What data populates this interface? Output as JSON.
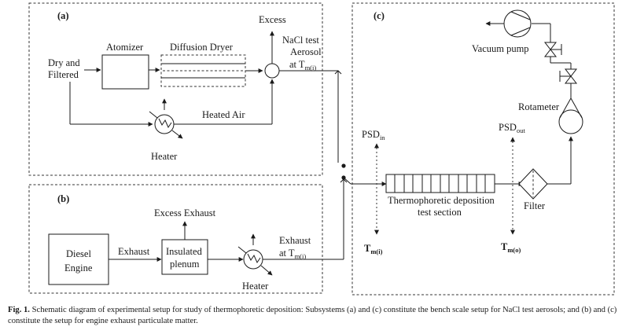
{
  "panels": {
    "a": "(a)",
    "b": "(b)",
    "c": "(c)"
  },
  "panel_a": {
    "dry_filtered_line1": "Dry and",
    "dry_filtered_line2": "Filtered",
    "atomizer": "Atomizer",
    "diffusion_dryer": "Diffusion Dryer",
    "excess": "Excess",
    "nacl_line1": "NaCl test",
    "nacl_line2": "Aerosol",
    "at_t": "at T",
    "t_sub": "m(i)",
    "heated_air": "Heated Air",
    "heater": "Heater"
  },
  "panel_b": {
    "excess_exhaust": "Excess Exhaust",
    "exhaust": "Exhaust",
    "diesel_line1": "Diesel",
    "diesel_line2": "Engine",
    "insulated_line1": "Insulated",
    "insulated_line2": "plenum",
    "exhaust_right": "Exhaust",
    "at_t": "at T",
    "t_sub": "m(i)",
    "heater": "Heater"
  },
  "panel_c": {
    "vacuum_pump": "Vacuum pump",
    "rotameter": "Rotameter",
    "psd_in": "PSD",
    "psd_in_sub": "in",
    "psd_out": "PSD",
    "psd_out_sub": "out",
    "section_line1": "Thermophoretic deposition",
    "section_line2": "test section",
    "filter": "Filter",
    "t_in": "T",
    "t_in_sub": "m(i)",
    "t_out": "T",
    "t_out_sub": "m(o)"
  },
  "caption": {
    "fig_label": "Fig. 1.",
    "text": "Schematic diagram of experimental setup for study of thermophoretic deposition: Subsystems (a) and (c) constitute the bench scale setup for NaCl test aerosols; and (b) and (c) constitute the setup for engine exhaust particulate matter."
  }
}
